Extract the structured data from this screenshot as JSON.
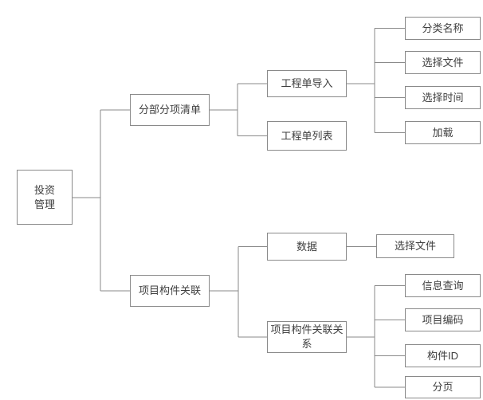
{
  "diagram": {
    "kind": "tree",
    "direction": "left-to-right",
    "colors": {
      "background": "#ffffff",
      "node_border": "#8a8a8a",
      "connector_line": "#8a8a8a",
      "text": "#3f3f3f"
    },
    "tree": {
      "label": "投资管理",
      "children": [
        {
          "label": "分部分项清单",
          "children": [
            {
              "label": "工程单导入",
              "children": [
                {
                  "label": "分类名称"
                },
                {
                  "label": "选择文件"
                },
                {
                  "label": "选择时间"
                },
                {
                  "label": "加载"
                }
              ]
            },
            {
              "label": "工程单列表"
            }
          ]
        },
        {
          "label": "项目构件关联",
          "children": [
            {
              "label": "数据",
              "children": [
                {
                  "label": "选择文件"
                }
              ]
            },
            {
              "label": "项目构件关联关系",
              "children": [
                {
                  "label": "信息查询"
                },
                {
                  "label": "项目编码"
                },
                {
                  "label": "构件ID"
                },
                {
                  "label": "分页"
                }
              ]
            }
          ]
        }
      ]
    }
  }
}
